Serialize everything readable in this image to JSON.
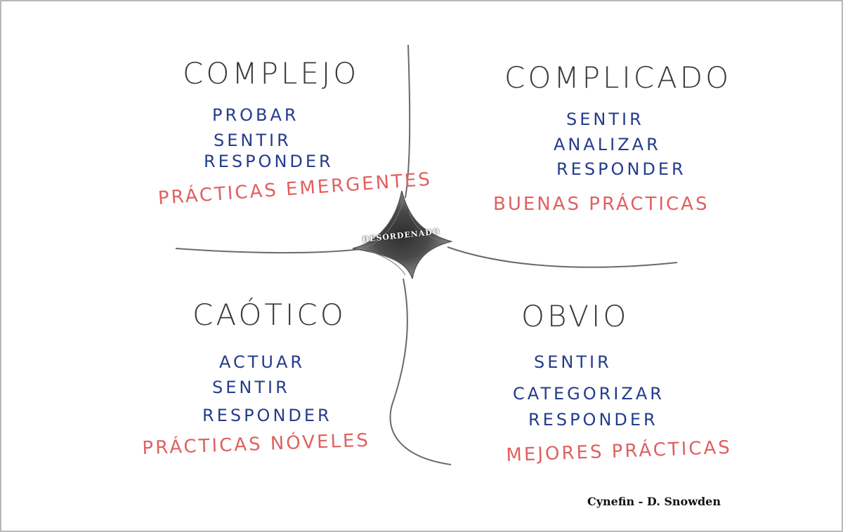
{
  "domains": {
    "complex": {
      "title": "COMPLEJO",
      "steps": [
        "PROBAR",
        "SENTIR",
        "RESPONDER"
      ],
      "practice": "PRÁCTICAS EMERGENTES"
    },
    "complicated": {
      "title": "COMPLICADO",
      "steps": [
        "SENTIR",
        "ANALIZAR",
        "RESPONDER"
      ],
      "practice": "BUENAS PRÁCTICAS"
    },
    "chaotic": {
      "title": "CAÓTICO",
      "steps": [
        "ACTUAR",
        "SENTIR",
        "RESPONDER"
      ],
      "practice": "PRÁCTICAS NÓVELES"
    },
    "obvious": {
      "title": "OBVIO",
      "steps": [
        "SENTIR",
        "CATEGORIZAR",
        "RESPONDER"
      ],
      "practice": "MEJORES PRÁCTICAS"
    }
  },
  "center": "DESORDENADO",
  "credit": "Cynefin - D. Snowden",
  "colors": {
    "title": "#3a3a3a",
    "steps": "#243c8c",
    "practice": "#e06060",
    "sketch": "#5a5a5a"
  }
}
